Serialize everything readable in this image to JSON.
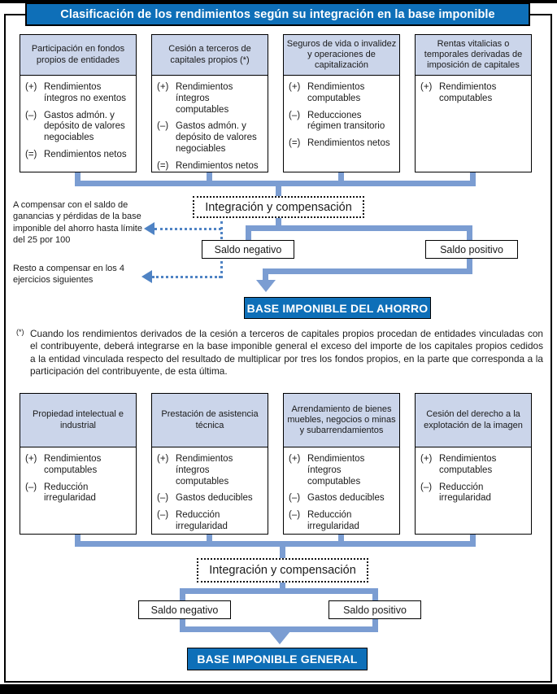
{
  "title": "Clasificación de los rendimientos según su integración en la base imponible",
  "colors": {
    "accent_blue": "#0e6fb8",
    "connector_blue": "#7b9dd2",
    "dotted_arrow_blue": "#4f83c4",
    "box_header_fill": "#cbd5ea"
  },
  "top_section": {
    "boxes": [
      {
        "header": "Participación en fondos propios de entidades",
        "items": [
          {
            "sign": "(+)",
            "text": "Rendimientos íntegros no exentos"
          },
          {
            "sign": "(–)",
            "text": "Gastos admón. y depósito de valores negociables"
          },
          {
            "sign": "(=)",
            "text": "Rendimientos netos"
          }
        ]
      },
      {
        "header": "Cesión a terceros de capitales propios (*)",
        "items": [
          {
            "sign": "(+)",
            "text": "Rendimientos íntegros computables"
          },
          {
            "sign": "(–)",
            "text": "Gastos admón. y depósito de valores negociables"
          },
          {
            "sign": "(=)",
            "text": "Rendimientos netos"
          }
        ]
      },
      {
        "header": "Seguros de vida o invalidez y operaciones de capitalización",
        "items": [
          {
            "sign": "(+)",
            "text": "Rendimientos computables"
          },
          {
            "sign": "(–)",
            "text": "Reducciones régimen transitorio"
          },
          {
            "sign": "(=)",
            "text": "Rendimientos netos"
          }
        ]
      },
      {
        "header": "Rentas vitalicias o temporales derivadas de imposición de capitales",
        "items": [
          {
            "sign": "(+)",
            "text": "Rendimientos computables"
          }
        ]
      }
    ],
    "integration_label": "Integración y compensación",
    "saldo_negativo": "Saldo negativo",
    "saldo_positivo": "Saldo positivo",
    "result_label": "BASE IMPONIBLE DEL AHORRO",
    "note_1": "A compensar con el saldo de ganancias y pérdidas de la base imponible del ahorro hasta límite del 25 por 100",
    "note_2": "Resto a compensar en los 4 ejercicios siguientes"
  },
  "footnote": {
    "marker": "(*)",
    "text": "Cuando los rendimientos derivados de la cesión a terceros de capitales propios procedan de entidades vinculadas con el contribuyente, deberá integrarse en la base imponible general el exceso del importe de los capitales propios cedidos a la entidad vinculada respecto del resultado de multiplicar por tres los fondos propios, en la parte que corresponda a la participación del contribuyente, de esta última."
  },
  "bottom_section": {
    "boxes": [
      {
        "header": "Propiedad intelectual e industrial",
        "items": [
          {
            "sign": "(+)",
            "text": "Rendimientos computables"
          },
          {
            "sign": "(–)",
            "text": "Reducción irregularidad"
          }
        ]
      },
      {
        "header": "Prestación de asistencia técnica",
        "items": [
          {
            "sign": "(+)",
            "text": "Rendimientos íntegros computables"
          },
          {
            "sign": "(–)",
            "text": "Gastos deducibles"
          },
          {
            "sign": "(–)",
            "text": "Reducción irregularidad"
          }
        ]
      },
      {
        "header": "Arrendamiento de bienes muebles, negocios o minas y subarrendamientos",
        "items": [
          {
            "sign": "(+)",
            "text": "Rendimientos íntegros computables"
          },
          {
            "sign": "(–)",
            "text": "Gastos deducibles"
          },
          {
            "sign": "(–)",
            "text": "Reducción irregularidad"
          }
        ]
      },
      {
        "header": "Cesión del derecho a la explotación de la imagen",
        "items": [
          {
            "sign": "(+)",
            "text": "Rendimientos computables"
          },
          {
            "sign": "(–)",
            "text": "Reducción irregularidad"
          }
        ]
      }
    ],
    "integration_label": "Integración y compensación",
    "saldo_negativo": "Saldo negativo",
    "saldo_positivo": "Saldo positivo",
    "result_label": "BASE IMPONIBLE GENERAL"
  }
}
